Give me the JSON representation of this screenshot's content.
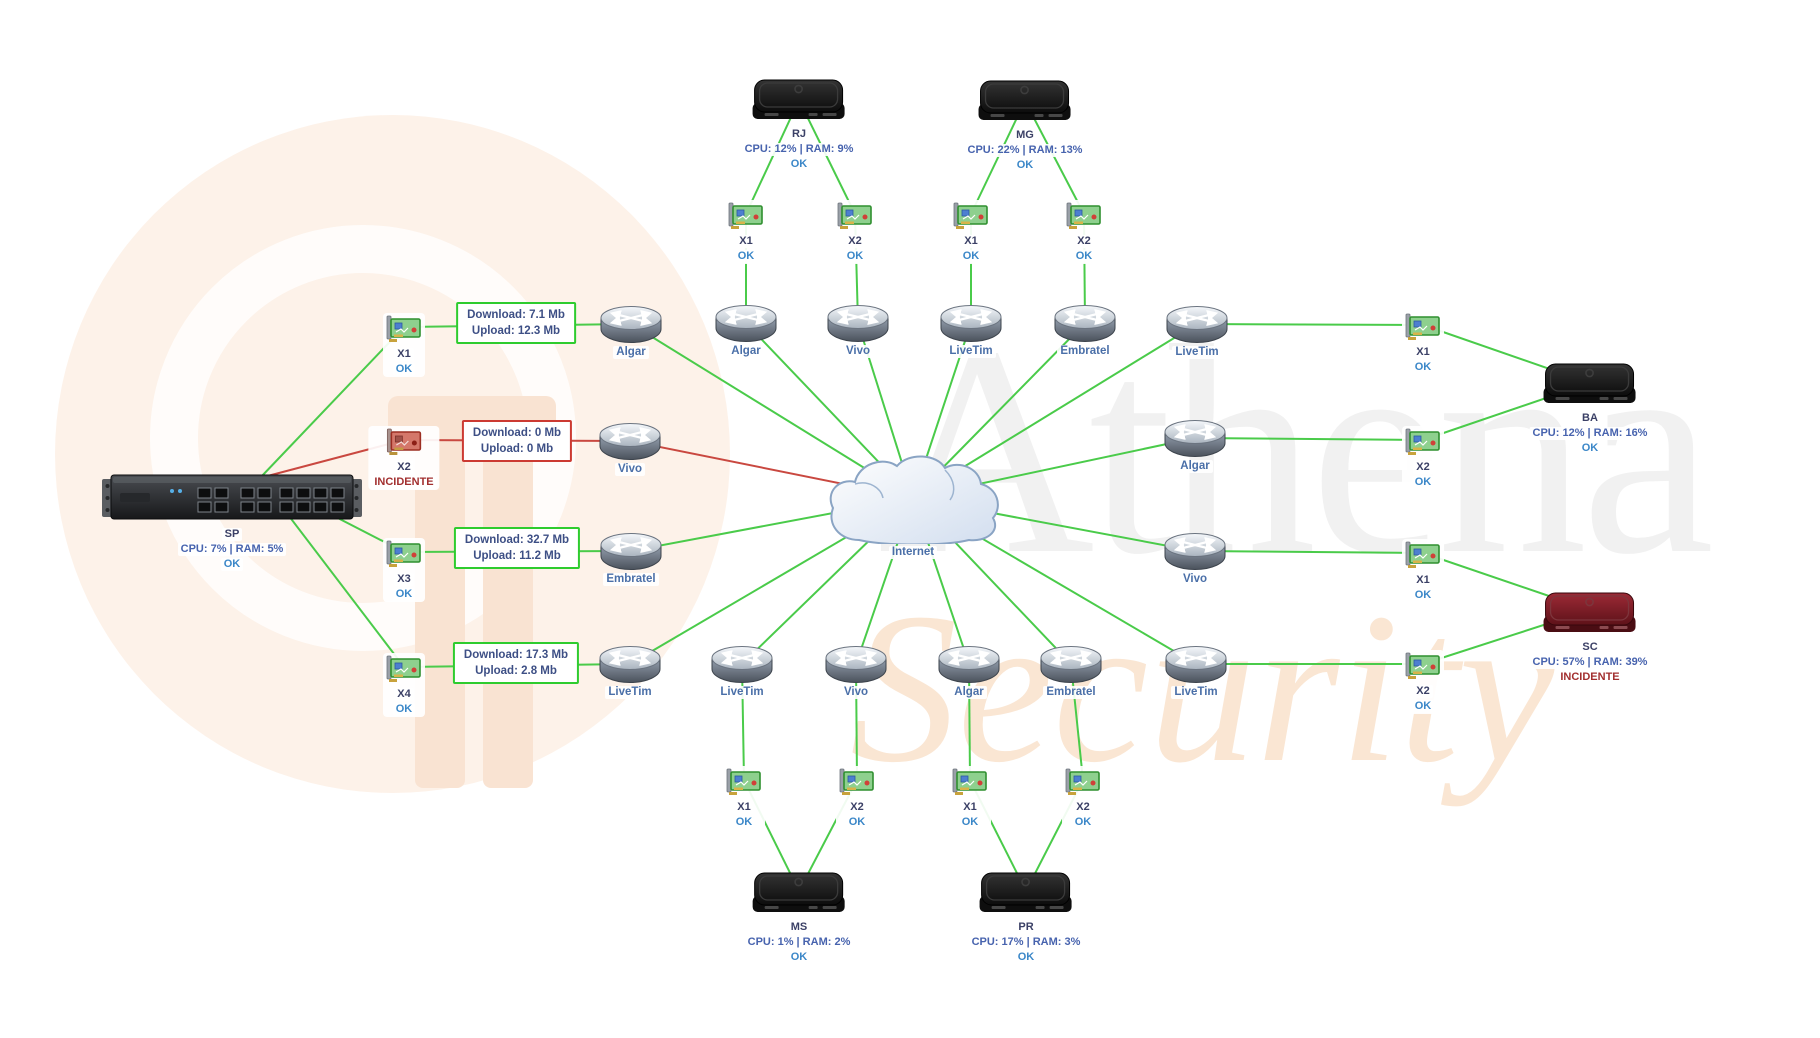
{
  "watermark": {
    "brand_word_1": "Athena",
    "brand_word_2": "Security"
  },
  "cloud": {
    "label": "Internet"
  },
  "colors": {
    "link_ok": "#4acb4a",
    "link_incident": "#c94840",
    "status_ok_text": "#3b87c8",
    "status_incident_text": "#a22f2f",
    "box_ok_border": "#2ecc2e",
    "box_incident_border": "#cc3a32",
    "watermark_peach": "#fdf2e9",
    "watermark_gray": "#f1f1f1"
  },
  "firewalls": {
    "sp": {
      "name": "SP",
      "stats": "CPU: 7% | RAM: 5%",
      "status": "OK"
    },
    "rj": {
      "name": "RJ",
      "stats": "CPU: 12% | RAM: 9%",
      "status": "OK"
    },
    "mg": {
      "name": "MG",
      "stats": "CPU: 22% | RAM: 13%",
      "status": "OK"
    },
    "ba": {
      "name": "BA",
      "stats": "CPU: 12% | RAM: 16%",
      "status": "OK"
    },
    "sc": {
      "name": "SC",
      "stats": "CPU: 57% | RAM: 39%",
      "status": "INCIDENTE"
    },
    "ms": {
      "name": "MS",
      "stats": "CPU: 1% | RAM: 2%",
      "status": "OK"
    },
    "pr": {
      "name": "PR",
      "stats": "CPU: 17% | RAM: 3%",
      "status": "OK"
    }
  },
  "interfaces": {
    "sp_x1": {
      "label": "X1",
      "status": "OK"
    },
    "sp_x2": {
      "label": "X2",
      "status": "INCIDENTE"
    },
    "sp_x3": {
      "label": "X3",
      "status": "OK"
    },
    "sp_x4": {
      "label": "X4",
      "status": "OK"
    },
    "rj_x1": {
      "label": "X1",
      "status": "OK"
    },
    "rj_x2": {
      "label": "X2",
      "status": "OK"
    },
    "mg_x1": {
      "label": "X1",
      "status": "OK"
    },
    "mg_x2": {
      "label": "X2",
      "status": "OK"
    },
    "ba_x1": {
      "label": "X1",
      "status": "OK"
    },
    "ba_x2": {
      "label": "X2",
      "status": "OK"
    },
    "sc_x1": {
      "label": "X1",
      "status": "OK"
    },
    "sc_x2": {
      "label": "X2",
      "status": "OK"
    },
    "ms_x1": {
      "label": "X1",
      "status": "OK"
    },
    "ms_x2": {
      "label": "X2",
      "status": "OK"
    },
    "pr_x1": {
      "label": "X1",
      "status": "OK"
    },
    "pr_x2": {
      "label": "X2",
      "status": "OK"
    }
  },
  "routers": {
    "sp_r1": {
      "label": "Algar"
    },
    "sp_r2": {
      "label": "Vivo"
    },
    "sp_r3": {
      "label": "Embratel"
    },
    "sp_r4": {
      "label": "LiveTim"
    },
    "top_r1": {
      "label": "Algar"
    },
    "top_r2": {
      "label": "Vivo"
    },
    "top_r3": {
      "label": "LiveTim"
    },
    "top_r4": {
      "label": "Embratel"
    },
    "right_r1": {
      "label": "LiveTim"
    },
    "right_r2": {
      "label": "Algar"
    },
    "right_r3": {
      "label": "Vivo"
    },
    "right_r4": {
      "label": "LiveTim"
    },
    "bottom_r1": {
      "label": "LiveTim"
    },
    "bottom_r2": {
      "label": "Vivo"
    },
    "bottom_r3": {
      "label": "Algar"
    },
    "bottom_r4": {
      "label": "Embratel"
    }
  },
  "traffic": {
    "x1": {
      "download": "Download: 7.1 Mb",
      "upload": "Upload: 12.3 Mb"
    },
    "x2": {
      "download": "Download: 0 Mb",
      "upload": "Upload: 0 Mb"
    },
    "x3": {
      "download": "Download: 32.7 Mb",
      "upload": "Upload: 11.2 Mb"
    },
    "x4": {
      "download": "Download: 17.3 Mb",
      "upload": "Upload: 2.8 Mb"
    }
  }
}
